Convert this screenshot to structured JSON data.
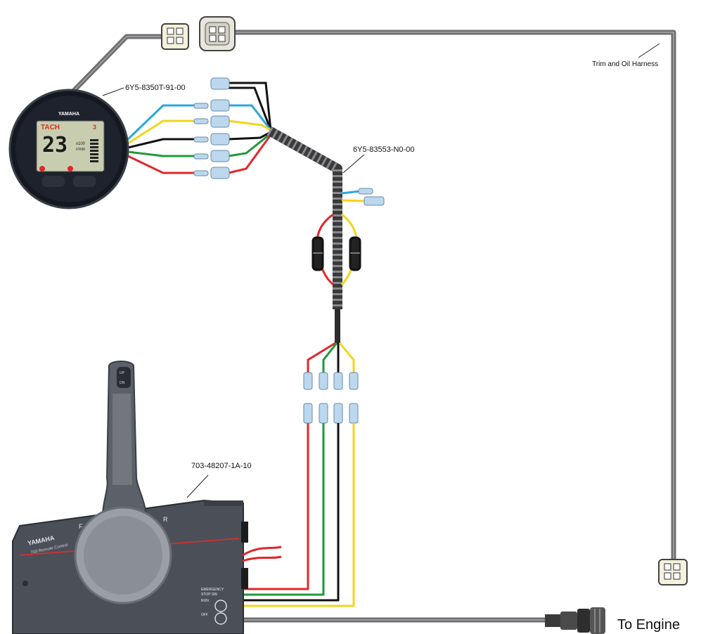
{
  "labels": {
    "tach_part": "6Y5-8350T-91-00",
    "harness_part": "6Y5-83553-N0-00",
    "control_part": "703-48207-1A-10",
    "trim_oil": "Trim and Oil Harness",
    "to_engine": "To Engine"
  },
  "gauge": {
    "brand": "YAMAHA",
    "mode": "TACH",
    "reading": "23",
    "multiplier": "x100",
    "unit": "r/min",
    "unit_badge": "3"
  },
  "remote": {
    "brand": "YAMAHA",
    "model": "703 Remote Control",
    "forward": "F",
    "reverse": "R",
    "up": "UP",
    "dn": "DN",
    "emergency": "EMERGENCY",
    "stop": "STOP SW",
    "run": "RUN",
    "off": "OFF"
  },
  "colors": {
    "red": "#e0282a",
    "green": "#1e9a3c",
    "black": "#111111",
    "yellow": "#f2d51c",
    "blue": "#2aa7dd",
    "cable": "#7a7a7c",
    "harness": "#3a3a3c"
  }
}
